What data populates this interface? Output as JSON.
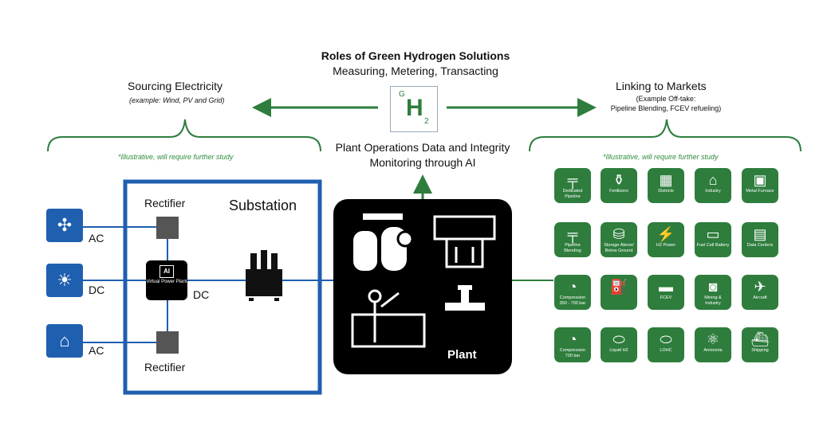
{
  "header": {
    "title": "Roles of Green Hydrogen Solutions",
    "subtitle": "Measuring, Metering, Transacting"
  },
  "sourcing": {
    "title": "Sourcing Electricity",
    "subtitle": "(example: Wind, PV and Grid)",
    "illustrative": "*Illustrative, will require further study",
    "sources": [
      {
        "icon": "wind-turbine-icon",
        "label": "AC"
      },
      {
        "icon": "solar-panel-icon",
        "label": "DC"
      },
      {
        "icon": "grid-tower-icon",
        "label": "AC"
      }
    ]
  },
  "linking": {
    "title": "Linking to Markets",
    "subtitle_line1": "(Example Off-take:",
    "subtitle_line2": "Pipeline Blending, FCEV refueling)",
    "illustrative": "*Illustrative, will require further study"
  },
  "logo": {
    "g": "G",
    "h": "H",
    "two": "2"
  },
  "operations": {
    "text": "Plant Operations Data and Integrity Monitoring through AI"
  },
  "substation": {
    "title": "Substation",
    "rectifier_top": "Rectifier",
    "rectifier_bottom": "Rectifier",
    "vpp_chip": "AI",
    "vpp_label": "Virtual Power Plant",
    "dc_label": "DC"
  },
  "plant": {
    "label": "Plant"
  },
  "markets": [
    {
      "label": "Dedicated Pipeline",
      "icon": "pipeline-icon"
    },
    {
      "label": "Fertilizers",
      "icon": "fertilizer-icon"
    },
    {
      "label": "Districts",
      "icon": "districts-icon"
    },
    {
      "label": "Industry",
      "icon": "industry-icon"
    },
    {
      "label": "Metal Furnace",
      "icon": "furnace-icon"
    },
    {
      "label": "Pipeline Blending",
      "icon": "pipeline-blending-icon"
    },
    {
      "label": "Storage Above/ Below Ground",
      "icon": "storage-icon"
    },
    {
      "label": "H2 Power",
      "icon": "h2-power-icon"
    },
    {
      "label": "Fuel Cell Battery",
      "icon": "fuel-cell-icon"
    },
    {
      "label": "Data Centers",
      "icon": "data-center-icon"
    },
    {
      "label": "Compression 350 - 700 bar",
      "icon": "compression-gauge-icon"
    },
    {
      "label": "",
      "icon": "fueling-station-icon"
    },
    {
      "label": "FCEV",
      "icon": "truck-icon"
    },
    {
      "label": "Mining & Industry",
      "icon": "mining-truck-icon"
    },
    {
      "label": "Aircraft",
      "icon": "aircraft-icon"
    },
    {
      "label": "Compression 700 bar",
      "icon": "gauge-icon"
    },
    {
      "label": "Liquid H2",
      "icon": "liquid-h2-tank-icon"
    },
    {
      "label": "LOHC",
      "icon": "lohc-tank-icon"
    },
    {
      "label": "Ammonia",
      "icon": "ammonia-molecule-icon"
    },
    {
      "label": "Shipping",
      "icon": "ship-icon"
    }
  ],
  "colors": {
    "green": "#2e7d3d",
    "blue": "#1f5fb0",
    "black": "#000000"
  }
}
